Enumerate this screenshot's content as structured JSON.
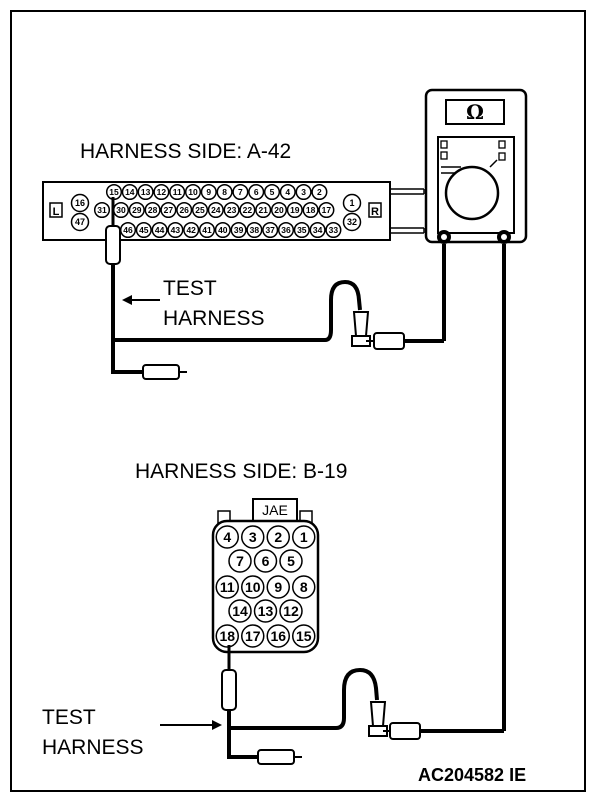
{
  "labels": {
    "harness_a": "HARNESS SIDE: A-42",
    "harness_b": "HARNESS SIDE: B-19",
    "test_harness_top_line1": "TEST",
    "test_harness_top_line2": "HARNESS",
    "test_harness_bottom_line1": "TEST",
    "test_harness_bottom_line2": "HARNESS",
    "figure_code": "AC204582 IE"
  },
  "meter": {
    "symbol": "Ω"
  },
  "connector_a42": {
    "left_tag": "L",
    "right_tag": "R",
    "left_pins": [
      "16",
      "47"
    ],
    "right_pins": [
      "1",
      "32"
    ],
    "row1": [
      "15",
      "14",
      "13",
      "12",
      "11",
      "10",
      "9",
      "8",
      "7",
      "6",
      "5",
      "4",
      "3",
      "2"
    ],
    "row2_start": "31",
    "row2": [
      "30",
      "29",
      "28",
      "27",
      "26",
      "25",
      "24",
      "23",
      "22",
      "21",
      "20",
      "19",
      "18",
      "17"
    ],
    "row3": [
      "46",
      "45",
      "44",
      "43",
      "42",
      "41",
      "40",
      "39",
      "38",
      "37",
      "36",
      "35",
      "34",
      "33"
    ]
  },
  "connector_b19": {
    "label": "JAE",
    "rows": [
      [
        "4",
        "3",
        "2",
        "1"
      ],
      [
        "7",
        "6",
        "5"
      ],
      [
        "11",
        "10",
        "9",
        "8"
      ],
      [
        "14",
        "13",
        "12"
      ],
      [
        "18",
        "17",
        "16",
        "15"
      ]
    ]
  }
}
